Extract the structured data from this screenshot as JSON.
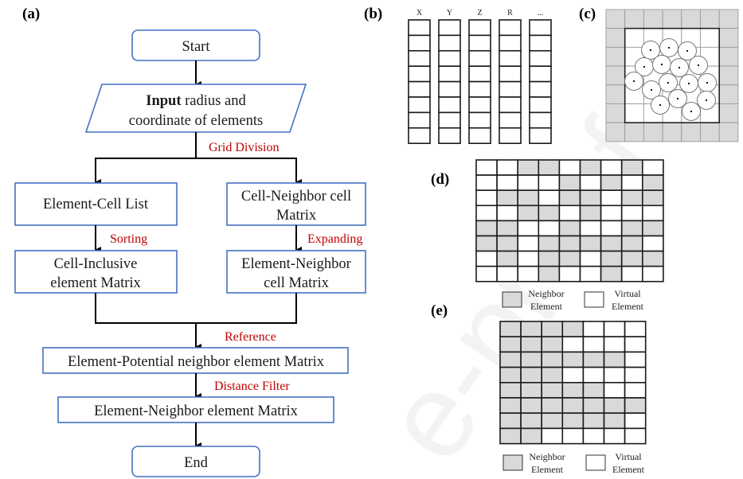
{
  "colors": {
    "box_border": "#4472C4",
    "operation_text": "#C00000",
    "neighbor_fill": "#D9D9D9",
    "virtual_fill": "#FFFFFF",
    "grid_line": "#1a1a1a"
  },
  "panels": {
    "a": "(a)",
    "b": "(b)",
    "c": "(c)",
    "d": "(d)",
    "e": "(e)"
  },
  "flowchart": {
    "start": "Start",
    "input_bold": "Input",
    "input_rest_line1": " radius and",
    "input_line2": "coordinate of elements",
    "op_grid_division": "Grid Division",
    "element_cell_list": "Element-Cell List",
    "cell_neighbor_line1": "Cell-Neighbor cell",
    "cell_neighbor_line2": "Matrix",
    "op_sorting": "Sorting",
    "op_expanding": "Expanding",
    "cell_inclusive_line1": "Cell-Inclusive",
    "cell_inclusive_line2": "element Matrix",
    "element_neighbor_cell_line1": "Element-Neighbor",
    "element_neighbor_cell_line2": "cell Matrix",
    "op_reference": "Reference",
    "potential_matrix": "Element-Potential neighbor element Matrix",
    "op_distance_filter": "Distance Filter",
    "neighbor_matrix": "Element-Neighbor element Matrix",
    "end": "End"
  },
  "arrays_panel": {
    "columns": [
      "X",
      "Y",
      "Z",
      "R",
      "..."
    ],
    "rows": 8
  },
  "grid_panel": {
    "size": 7,
    "boundary_ring": "gray",
    "particle_count": 16
  },
  "matrix_d": {
    "rows": [
      "WWGGWGWGW",
      "WWWWGWGWG",
      "WGGWGGWGG",
      "WWGGWGWWW",
      "GGWWGWWGG",
      "GGWGGGGGW",
      "WGWGGWGGG",
      "WWWGWWGWW"
    ]
  },
  "matrix_e": {
    "rows": [
      "GGGGWWW",
      "GGGWWWW",
      "GGGGGGW",
      "GGGWWWW",
      "GGGGGWW",
      "GGGGGGG",
      "GGGGGGW",
      "GGWWWWW"
    ]
  },
  "legend": {
    "neighbor_line1": "Neighbor",
    "neighbor_line2": "Element",
    "virtual_line1": "Virtual",
    "virtual_line2": "Element"
  },
  "watermark": "e-proof"
}
